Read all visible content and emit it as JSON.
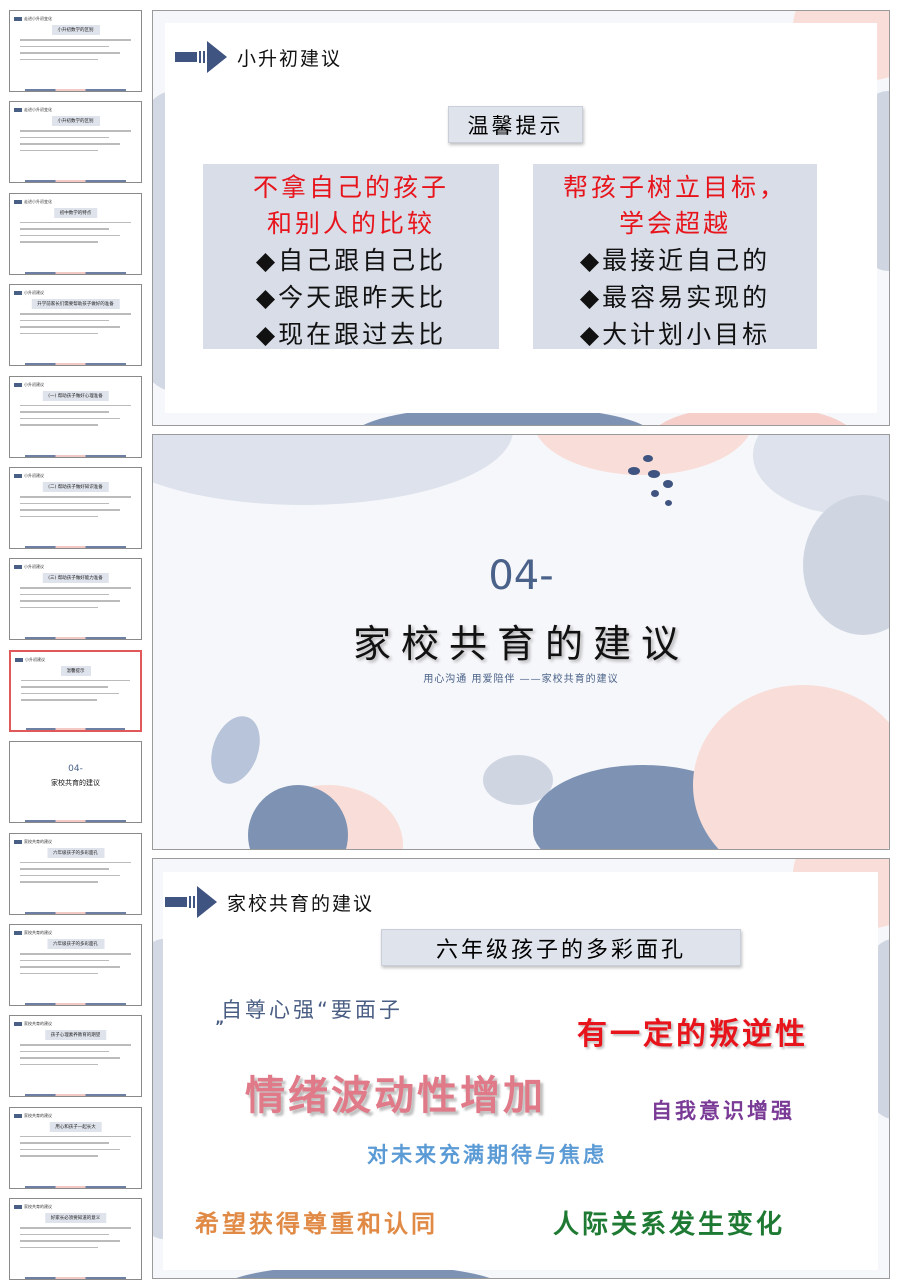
{
  "thumbnails": [
    {
      "header": "走进小升初变化",
      "title": "小升初数学的区别"
    },
    {
      "header": "走进小升初变化",
      "title": "小升初数学的区别"
    },
    {
      "header": "走进小升初变化",
      "title": "初中数学的特点"
    },
    {
      "header": "小升初建议",
      "title": "升学前家长们需要帮助孩子做好的准备"
    },
    {
      "header": "小升初建议",
      "title": "(一) 帮助孩子做好心理准备"
    },
    {
      "header": "小升初建议",
      "title": "(二) 帮助孩子做好知识准备"
    },
    {
      "header": "小升初建议",
      "title": "(三) 帮助孩子做好能力准备"
    },
    {
      "header": "小升初建议",
      "title": "温馨提示"
    },
    {
      "number": "04-",
      "title": "家校共育的建议"
    },
    {
      "header": "家校共育的建议",
      "title": "六年级孩子的多彩面孔"
    },
    {
      "header": "家校共育的建议",
      "title": "六年级孩子的多彩面孔"
    },
    {
      "header": "家校共育的建议",
      "title": "孩子心理素养教育的期望"
    },
    {
      "header": "家校共育的建议",
      "title": "用心和孩子一起长大"
    },
    {
      "header": "家校共育的建议",
      "title": "好家长必须要知道的意义"
    }
  ],
  "slide_tips": {
    "header": "小升初建议",
    "tip_title": "温馨提示",
    "left": {
      "heading": [
        "不拿自己的孩子",
        "和别人的比较"
      ],
      "items": [
        "◆自己跟自己比",
        "◆今天跟昨天比",
        "◆现在跟过去比"
      ]
    },
    "right": {
      "heading": [
        "帮孩子树立目标，",
        "学会超越"
      ],
      "items": [
        "◆最接近自己的",
        "◆最容易实现的",
        "◆大计划小目标"
      ]
    }
  },
  "slide_section": {
    "number": "04-",
    "title": "家校共育的建议",
    "subtitle": "用心沟通  用爱陪伴 ——家校共育的建议"
  },
  "slide_faces": {
    "header": "家校共育的建议",
    "title": "六年级孩子的多彩面孔",
    "faces": [
      "自尊心强“要面子",
      "”",
      "有一定的叛逆性",
      "情绪波动性增加",
      "自我意识增强",
      "对未来充满期待与焦虑",
      "希望获得尊重和认同",
      "人际关系发生变化"
    ]
  },
  "colors": {
    "accent": "#3f5480",
    "red": "#e8141b",
    "pink": "#e0585a",
    "blue_gray": "#7e93b4",
    "blush": "#f6cfca"
  }
}
